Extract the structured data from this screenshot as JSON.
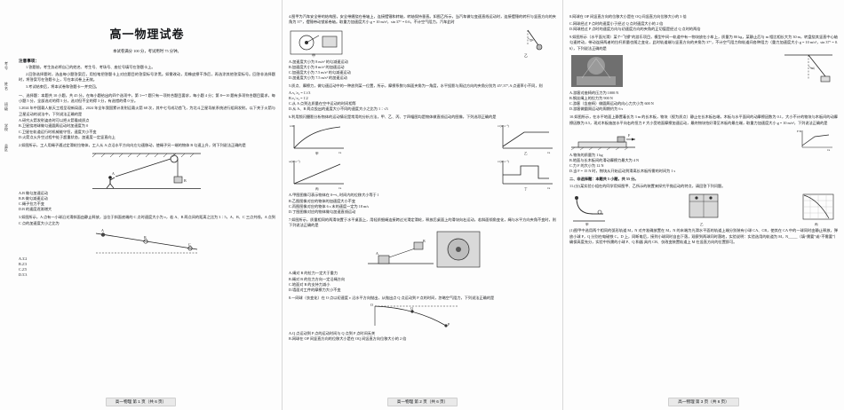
{
  "doc": {
    "title": "高一物理试卷",
    "subtitle": "本试卷满分 100 分，考试用时 75 分钟。",
    "side_labels_page1": [
      "考号",
      "姓名",
      "班级",
      "学校",
      "县区"
    ],
    "page_footers": [
      "高一物理 第 1 页（共 6 页）",
      "高一物理 第 2 页（共 6 页）",
      "高一物理 第 3 页（共 6 页）"
    ]
  },
  "notice": {
    "heading": "注意事项：",
    "items": [
      "1.答题前，考生务必将自己的姓名、考生号、考场号、座位号填写在答题卡上。",
      "2.回答选择题时，选出每小题答案后，用铅笔把答题卡上对应题目的答案标号涂黑。如需改动，用橡皮擦干净后，再选涂其他答案标号。回答非选择题时，将答案写在答题卡上，写在本试卷上无效。",
      "3.考试结束后，将本试卷和答题卡一并交回。"
    ]
  },
  "section1": {
    "heading": "一、选择题：本题共 10 小题，共 45 分。在每小题给出的四个选项中，第 1～7 题只有一项符合题目要求，每小题 4 分；第 8～10 题有多项符合题目要求，每小题 5 分，全部选对的得 5 分，选对但不全的得 3 分，有选错的得 0 分。",
    "questions": [
      {
        "no": "1",
        "stem": "2024 年中国载人航天工程呈现新局面，2024 年全年我国累计发射运载火箭 68 次，其中七号成功首飞，为北斗卫星导航系统进行组网发射。以下关于火箭与卫星运动的说法中，下列说法正确的是",
        "options": [
          "A.研究火箭发射姿态时可以把火箭看成质点",
          "B.卫星绕地球做匀速圆周运动时加速度为 0",
          "C.卫星在轨道运行时机械能守恒，速度大小不变",
          "D.火箭点火升空过程中处于超重状态，加速度一定竖直向上"
        ]
      },
      {
        "no": "2",
        "stem": "如图所示，工人用绳子通过定滑轮拉物体，工人从 A 点沿水平方向向左匀速移动，使绳子另一端的物体 B 匀速上升，则下列说法正确的是",
        "options": [
          "A.B 做匀加速运动",
          "B.B 做匀减速运动",
          "C.绳子拉力不变",
          "D.B 的速度逐渐增大"
        ]
      },
      {
        "no": "3",
        "stem": "如图所示，A 点有一小球沿光滑斜面由静止释放，当位于斜面底端的 C 点时速度大小为 v，若 A、B 两点间的距离之比为 3∶5，A、B、C 三点共线，A 点到 C 点的加速度大小之比为",
        "options": [
          "A.3∶2",
          "B.2∶3",
          "C.2∶5",
          "D.5∶3"
        ]
      }
    ]
  },
  "section1b": {
    "questions": [
      {
        "no": "4",
        "stem": "图甲为汽车安全带的结构图，安全带缠绕在卷轴上，连接摆锤和转轴，转轴保持垂直。如图乙所示，当汽车做匀变速直线运动时，连接摆锤的转杆与竖直方向的夹角为 37°，摆锤带动锁紧卷轴。取重力加速度大小 g = 10 m/s²，sin 37° = 0.6，不计空气阻力，汽车此时",
        "options": [
          "A.加速度大小为 8 m/s² 的匀减速运动",
          "B.加速度大小为 8 m/s² 的加速运动",
          "C.加速度大小为 7.5 m/s² 的匀减速运动",
          "D.加速度大小为 7.5 m/s² 的加速运动"
        ]
      },
      {
        "no": "5",
        "stem": "质点、摩擦力，做匀速运动中的一种放到某一位置，所示，摩擦系数与斜面夹角为一角度，水平投影与周边方向的夹角分别为 45°,37°,A 点速率小不同，则",
        "options": [
          "A.v₁∶v₂ = 1∶√3",
          "B.v₁∶v₂ = 1∶2",
          "C.从 A 点到达质量在空中运动的时间相等",
          "D.从 A、B 两点投出的速度大小不同的速度大小之比为 1∶√3"
        ]
      },
      {
        "no": "6",
        "stem": "利用频闪摄影分析物体的运动情况是常用的分析方法，甲、乙、丙、丁四幅图均是物体做直线运动的图像，下列选项正确的是",
        "options": [
          "A.甲图图像可表示物体在 0～t₁ 时间内的位移大小等于 l",
          "B.乙图图像对应的物体的加速度大小不变",
          "C.丙图图像对应的物体 6 s 末的速度一定为 18 m/s",
          "D.丁图图像对应的物体做匀加速直线运动"
        ]
      },
      {
        "no": "7",
        "stem": "如图所示，质量相同的两滑块置于水平桌面上，用轻质细绳连接跨过光滑定滑轮，释放后桌面上的滑块向右运动，若斜面倾角变化，绳与水平方向夹角不变时，则下列说法正确的是",
        "options": [
          "A.绳对 B 的拉力一定大于重力",
          "B.绳对 B 的拉力方向一定沿绳方向",
          "C.地面对 B 的支持力减小",
          "D.墙面对工件的摩擦力大小不变"
        ]
      },
      {
        "no": "8",
        "stem": "一网球（衣变化）在 O 点以初速度 v 沿水平方向抛出，从抛出点 Q 点运动到 P 点的时间，忽略空气阻力，下列说法正确的是",
        "options": [
          "A.Q 点运动到 P 点的运动时间与 Q 点到 P 点时间无关",
          "B.网球在 OP 间竖直方向的位移大小是在 OQ 间竖直方向位移大小的 2 倍"
        ]
      }
    ]
  },
  "section1c": {
    "questions": [
      {
        "no": "8",
        "stem": "网球在 OP 间竖直方向的位移大小是在 OQ 间竖直方向位移大小的 3 倍",
        "options": [
          "C.网球经过 P 点时的速度小于经过 Q 点时速度大小的 2 倍",
          "D.网球经过 P 点时的速度方向与初速度方向的夹角的正切值是经过 Q 点时的两倍"
        ]
      },
      {
        "no": "9",
        "stem": "如图所示（水平面光滑）某个“飞镖”的游乐项目，模型中间一轨道中有一物块放在小车上，质量为 80 kg，某静止后与 m 相比相长大为 30 m，转盘绕其竖直中心轴匀速转动，带动连接两者的拉杆质量也随之变化，此时轨道端与竖直方向的夹角为 37°，不计空气阻力和轨道间各种阻力（重力加速度大小 g = 10 m/s²，sin 37° = 0.6），下列说法正确的是",
        "options": [
          "A.游客对座椅的压力为 1000 N",
          "B.钢丝绳上的拉力为 900 N",
          "C.游客（含座椅）做圆周运动的向心力大小为 600 N",
          "D.游客做圆周运动的周期约为 6 s"
        ]
      },
      {
        "no": "10",
        "stem": "如图所示，在水平地面上静置着长为 3 m 的长木板，物块（视为质点）静止在长木板右端，木板与水平面间的动摩擦因数为 0.1，大小不计的物块与木板间的动摩擦因数为 0.5，现对木板施加水平向右的恒力 F 大小受地面摩擦加速运动，最终物块恰好滑至木板的最左端，取重力加速度大小 g = 10 m/s²，下列说法正确的是",
        "options": [
          "A.物块的质量为 1 kg",
          "B.地面与长木板间的滑动摩擦力最大为 4 N",
          "C.力 F 的大小为 12 N",
          "D.当 F = 15 N 时，物块从开始运动到滑离长木板所需的时间为 1 s"
        ]
      }
    ]
  },
  "section2": {
    "heading": "二、非选择题：本题共 5 小题，共 55 分。",
    "questions": [
      {
        "no": "11",
        "stem": "(分)某实验小组在的同学用如图甲、乙所示的装置来探究平抛运动的特点，请回答下列问题。"
      },
      {
        "no": "11b",
        "stem": "(1)图甲中选用两个相同的弧形轨道 M，N 对齐准确放置在 M，N 的末端为光滑水平面的轨道上端分别装有小球 CA、CB，使其在 CA 中的一球同时由静止释放，弹放小球 P，Q 分别在电磁铁 C，D 上，同断电后，接到小球同时自由下落，观察到两球同时落地，实验说明：实验选用的轨道为 M，N_____（填“需要”或“不需要”）确保高度充分，实验中所需的小球 P、Q 和器 具内 CB、仅改变装置轨道上 M 在竖直方向的位置即可。"
      }
    ]
  }
}
